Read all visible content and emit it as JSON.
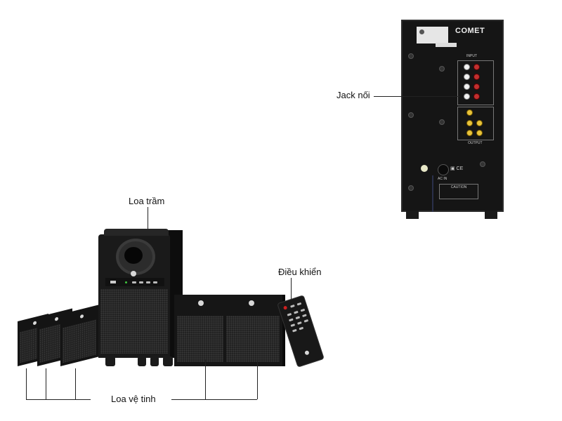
{
  "labels": {
    "jack": "Jack nối",
    "subwoofer": "Loa trầm",
    "remote": "Điều khiển",
    "satellite": "Loa vệ tinh"
  },
  "brand": "COMET",
  "rear_panel": {
    "input": "INPUT",
    "output": "OUTPUT",
    "caution": "CAUTION",
    "ac": "AC IN"
  }
}
